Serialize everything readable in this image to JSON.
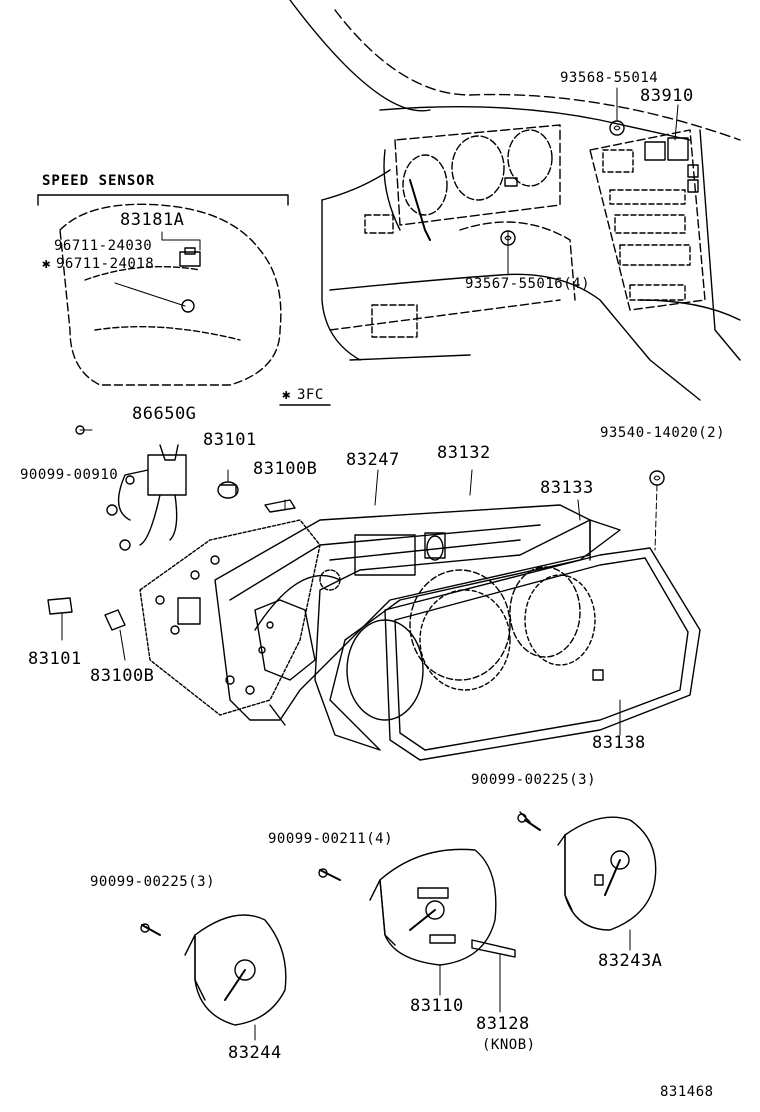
{
  "figure_id": "831468",
  "speed_sensor_box": {
    "title": "SPEED  SENSOR",
    "part_main": "83181A",
    "part_a": "96711-24030",
    "part_b": "96711-24018",
    "marker": "✱",
    "footnote": "3FC"
  },
  "labels": {
    "p93568": "93568-55014",
    "p83910": "83910",
    "p93567": "93567-55016(4)",
    "p86650G": "86650G",
    "p90099_00910": "90099-00910",
    "p83101_top": "83101",
    "p83100B_top": "83100B",
    "p83247": "83247",
    "p83132": "83132",
    "p93540": "93540-14020(2)",
    "p83133": "83133",
    "p83101_bot": "83101",
    "p83100B_bot": "83100B",
    "p83138": "83138",
    "p90099_00225_r": "90099-00225(3)",
    "p90099_00211": "90099-00211(4)",
    "p90099_00225_l": "90099-00225(3)",
    "p83243A": "83243A",
    "p83110": "83110",
    "p83128": "83128",
    "knob": "(KNOB)",
    "p83244": "83244"
  }
}
